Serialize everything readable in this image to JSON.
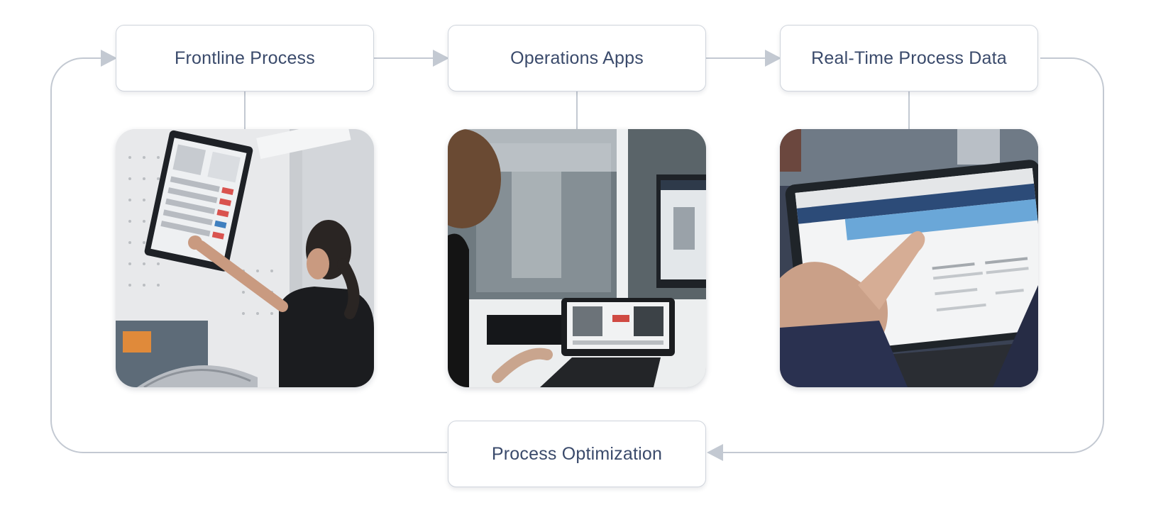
{
  "diagram": {
    "nodes": {
      "frontline": {
        "label": "Frontline Process"
      },
      "operations": {
        "label": "Operations Apps"
      },
      "realtime": {
        "label": "Real-Time Process Data"
      },
      "optimization": {
        "label": "Process Optimization"
      }
    },
    "photos": [
      {
        "subject": "worker-touching-wall-mounted-touchscreen"
      },
      {
        "subject": "operator-at-tablet-and-desktop-monitor"
      },
      {
        "subject": "finger-pointing-at-tablet-dashboard"
      }
    ],
    "colors": {
      "connector": "#c3c9d2",
      "box_border": "#cfd4dc",
      "label_text": "#3a4a6b",
      "background": "#ffffff"
    }
  }
}
